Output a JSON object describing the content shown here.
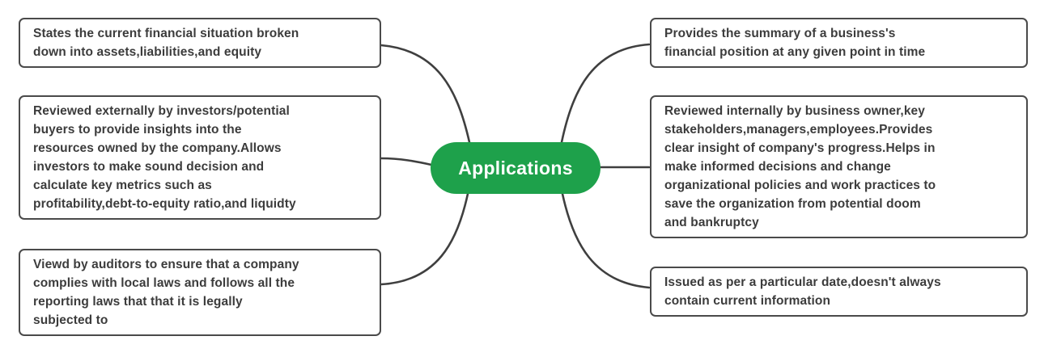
{
  "diagram": {
    "type": "mindmap",
    "center": {
      "label": "Applications",
      "bg_color": "#1ea14b",
      "text_color": "#ffffff"
    },
    "style": {
      "line_color": "#3f3f3f",
      "box_border_color": "#4a4a4a",
      "box_text_color": "#3c3c3c"
    },
    "left_nodes": [
      {
        "text": "States the current financial situation broken\ndown into assets,liabilities,and equity"
      },
      {
        "text": "Reviewed externally by investors/potential\nbuyers to provide insights into the\nresources owned by the company.Allows\ninvestors to make sound decision and\ncalculate key metrics such as\nprofitability,debt-to-equity ratio,and liquidty"
      },
      {
        "text": "Viewd by auditors to ensure that a company\ncomplies with local laws and follows all the\nreporting laws that that it is legally\nsubjected to"
      }
    ],
    "right_nodes": [
      {
        "text": "Provides the summary of a business's\nfinancial position at any given point in time"
      },
      {
        "text": "Reviewed internally by business owner,key\nstakeholders,managers,employees.Provides\nclear insight of company's progress.Helps in\nmake informed decisions and change\norganizational policies and work practices to\nsave the organization from potential doom\nand bankruptcy"
      },
      {
        "text": "Issued as per a particular date,doesn't always\ncontain current information"
      }
    ]
  }
}
